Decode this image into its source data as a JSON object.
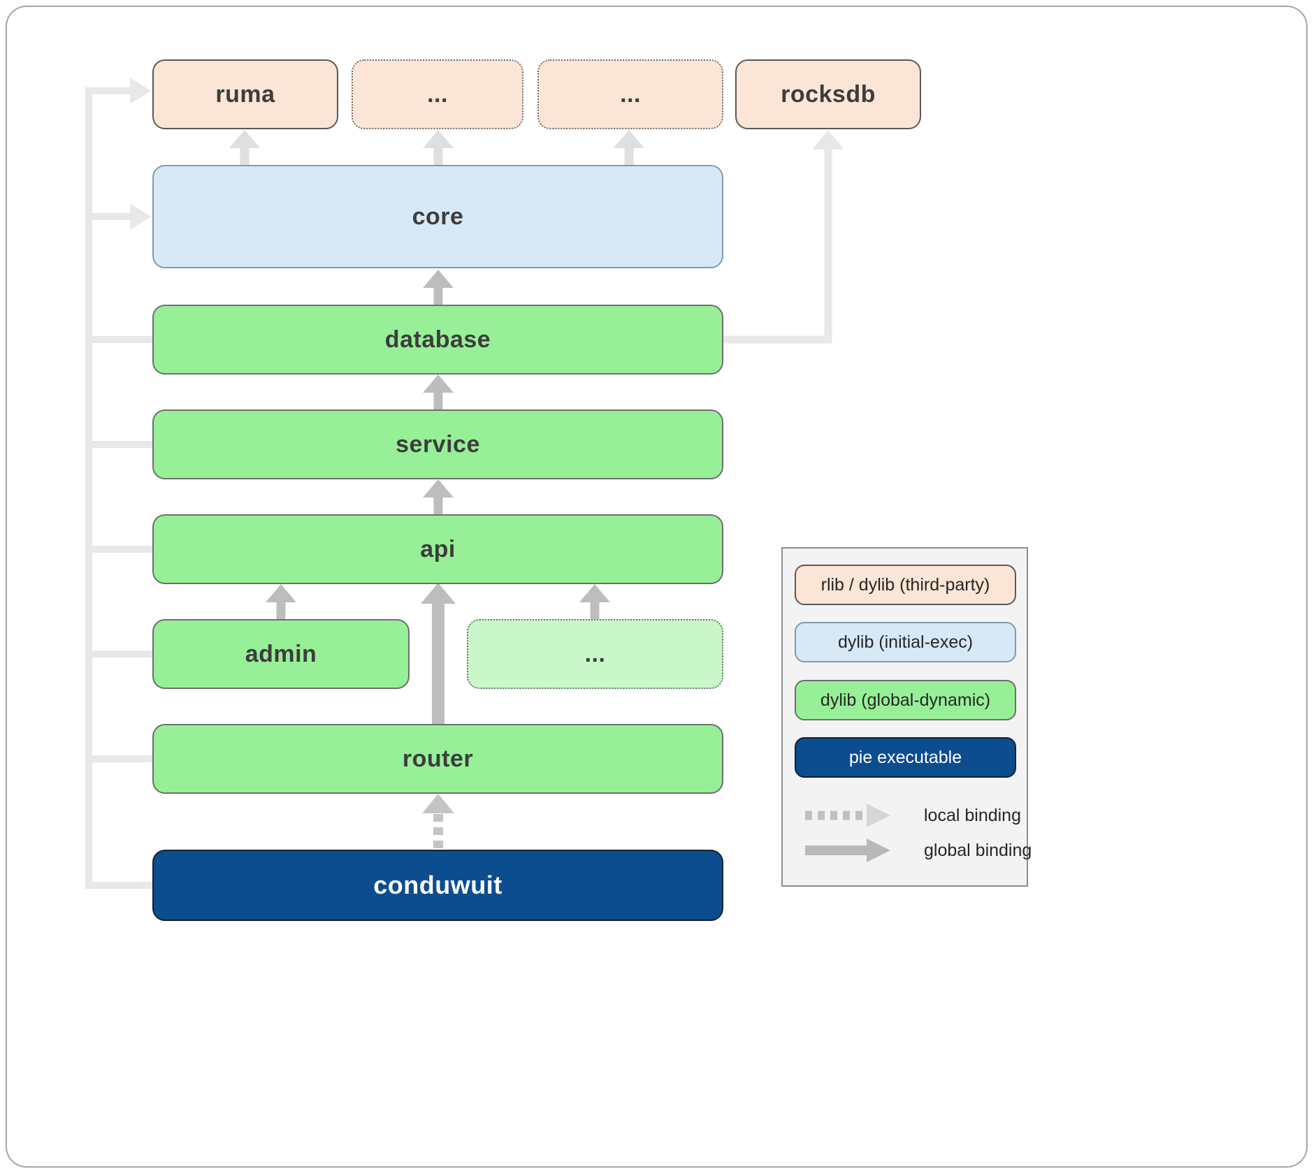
{
  "diagram": {
    "nodes": {
      "ruma": {
        "label": "ruma"
      },
      "dep1": {
        "label": "..."
      },
      "dep2": {
        "label": "..."
      },
      "rocksdb": {
        "label": "rocksdb"
      },
      "core": {
        "label": "core"
      },
      "database": {
        "label": "database"
      },
      "service": {
        "label": "service"
      },
      "api": {
        "label": "api"
      },
      "admin": {
        "label": "admin"
      },
      "extra": {
        "label": "..."
      },
      "router": {
        "label": "router"
      },
      "conduwuit": {
        "label": "conduwuit"
      }
    },
    "edges": [
      {
        "from": "conduwuit",
        "to": "router",
        "binding": "local"
      },
      {
        "from": "router",
        "to": "api",
        "binding": "global"
      },
      {
        "from": "admin",
        "to": "api",
        "binding": "global"
      },
      {
        "from": "extra",
        "to": "api",
        "binding": "global"
      },
      {
        "from": "api",
        "to": "service",
        "binding": "global"
      },
      {
        "from": "service",
        "to": "database",
        "binding": "global"
      },
      {
        "from": "database",
        "to": "core",
        "binding": "global"
      },
      {
        "from": "database",
        "to": "rocksdb",
        "binding": "global"
      },
      {
        "from": "core",
        "to": "ruma",
        "binding": "global"
      },
      {
        "from": "core",
        "to": "dep1",
        "binding": "global"
      },
      {
        "from": "core",
        "to": "dep2",
        "binding": "global"
      },
      {
        "from": "conduwuit, router, admin, api, service, database",
        "to": "ruma, core",
        "binding": "global",
        "via": "shared left trunk"
      }
    ]
  },
  "legend": {
    "items": [
      {
        "key": "third-party",
        "label": "rlib / dylib (third-party)"
      },
      {
        "key": "initial-exec",
        "label": "dylib (initial-exec)"
      },
      {
        "key": "global-dynamic",
        "label": "dylib (global-dynamic)"
      },
      {
        "key": "pie",
        "label": "pie executable"
      }
    ],
    "bindings": [
      {
        "key": "local",
        "label": "local binding"
      },
      {
        "key": "global",
        "label": "global binding"
      }
    ]
  },
  "colors": {
    "third_party_fill": "#fbe5d6",
    "initial_exec_fill": "#d7e8f7",
    "global_dynamic_fill": "#97f097",
    "global_dynamic_light_fill": "#c9f7c9",
    "pie_fill": "#0c4d8f",
    "arrow_light": "#e8e8e8",
    "arrow_mid": "#bdbdbd",
    "arrow_dashed": "#c4c4c4"
  }
}
